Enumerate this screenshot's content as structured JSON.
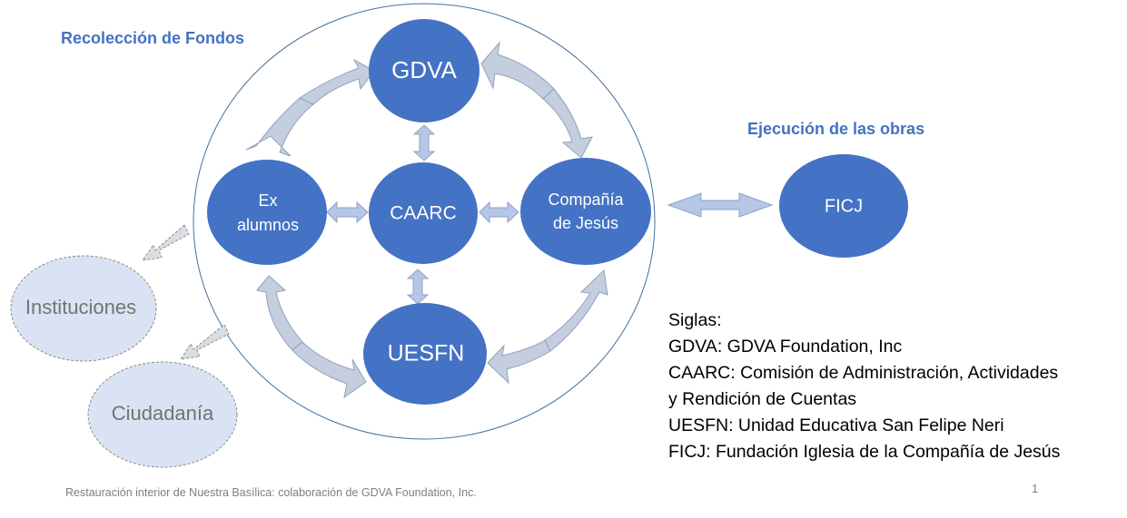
{
  "titles": {
    "fundraising": "Recolección de Fondos",
    "execution": "Ejecución de las obras"
  },
  "nodes": {
    "gdva": "GDVA",
    "caarc": "CAARC",
    "ex_alumnos": [
      "Ex",
      "alumnos"
    ],
    "compania": [
      "Compañía",
      "de Jesús"
    ],
    "uesfn": "UESFN",
    "ficj": "FICJ",
    "instituciones": "Instituciones",
    "ciudadania": "Ciudadanía"
  },
  "legend": {
    "heading": "Siglas:",
    "lines": [
      "GDVA: GDVA Foundation, Inc",
      "CAARC: Comisión de Administración, Actividades",
      "y Rendición de Cuentas",
      "UESFN: Unidad Educativa San Felipe Neri",
      "FICJ: Fundación Iglesia de la Compañía de Jesús"
    ]
  },
  "footer": "Restauración interior de Nuestra Basílica: colaboración de GDVA Foundation,  Inc.",
  "page_number": "1",
  "colors": {
    "node_fill": "#4472c4",
    "arrow_fill": "#b4c7e7",
    "curved_arrow_fill": "#c4cede",
    "external_fill": "#dae3f3",
    "title_color": "#4472c4",
    "outer_circle_stroke": "#41719c"
  }
}
